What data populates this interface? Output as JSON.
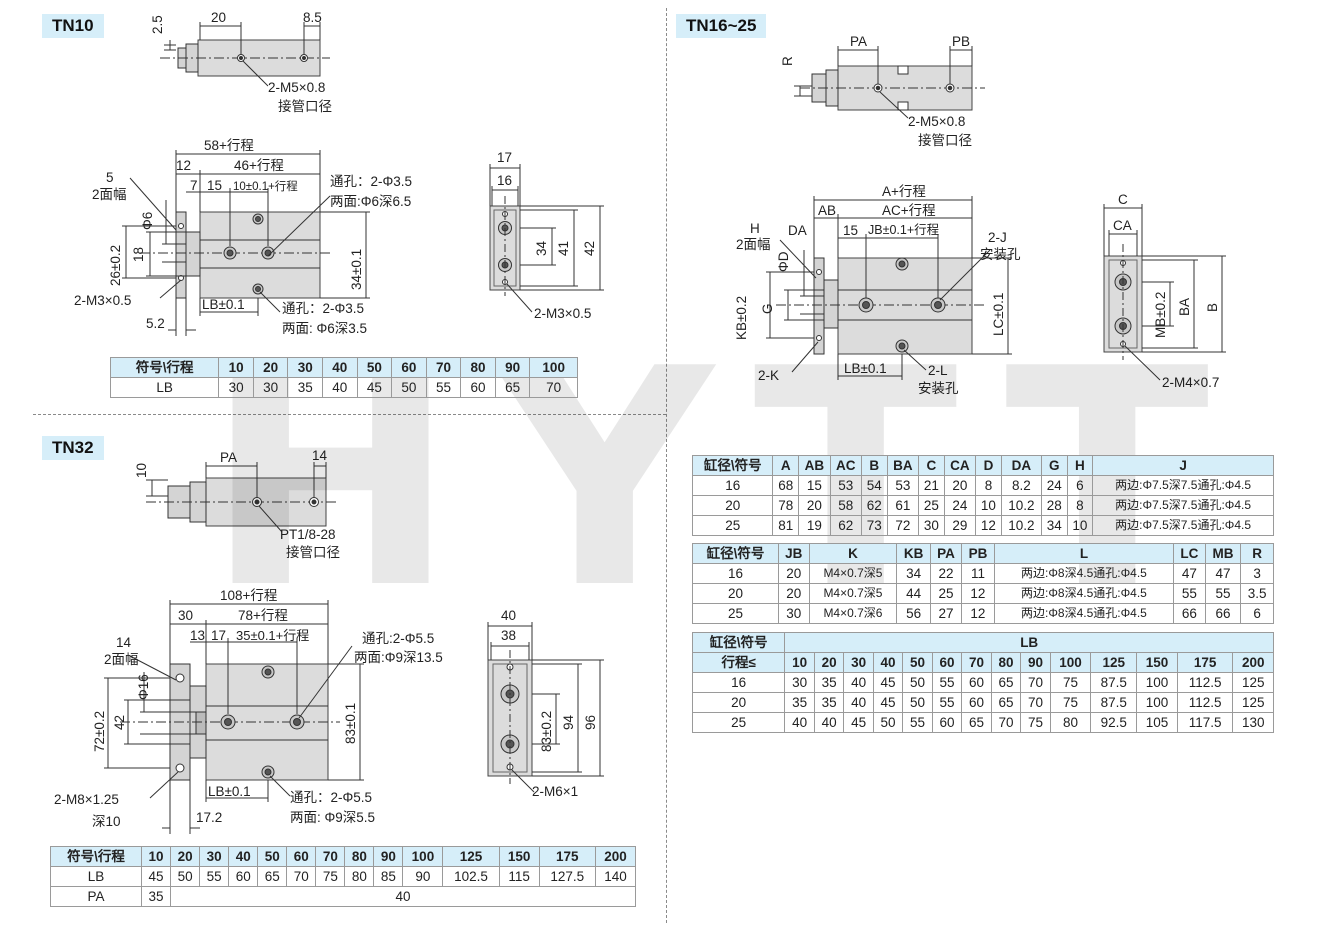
{
  "sections": {
    "tn10": "TN10",
    "tn16_25": "TN16~25",
    "tn32": "TN32"
  },
  "watermark": "HYTT",
  "tn10_drawing": {
    "dim_20": "20",
    "dim_8_5": "8.5",
    "dim_2_5": "2.5",
    "port": "2-M5×0.8",
    "port_note": "接管口径",
    "len_total": "58+行程",
    "len_12": "12",
    "len_46": "46+行程",
    "len_7": "7",
    "len_15": "15",
    "len_10": "10±0.1+行程",
    "hole_top": "通孔：2-Φ3.5",
    "hole_top2": "两面:Φ6深6.5",
    "wrench": "5",
    "wrench_note": "2面幅",
    "phi6": "Φ6",
    "h26": "26±0.2",
    "h18": "18",
    "h34": "34±0.1",
    "m3": "2-M3×0.5",
    "d52": "5.2",
    "lb": "LB±0.1",
    "hole_bot": "通孔：2-Φ3.5",
    "hole_bot2": "两面:  Φ6深3.5",
    "side_17": "17",
    "side_16": "16",
    "side_34": "34",
    "side_41": "41",
    "side_42": "42",
    "side_m3": "2-M3×0.5"
  },
  "tn10_table": {
    "header": [
      "符号\\行程",
      "10",
      "20",
      "30",
      "40",
      "50",
      "60",
      "70",
      "80",
      "90",
      "100"
    ],
    "rows": [
      [
        "LB",
        "30",
        "30",
        "35",
        "40",
        "45",
        "50",
        "55",
        "60",
        "65",
        "70"
      ]
    ]
  },
  "tn16_drawing": {
    "r": "R",
    "pa": "PA",
    "pb": "PB",
    "port": "2-M5×0.8",
    "port_note": "接管口径",
    "a": "A+行程",
    "ab": "AB",
    "ac": "AC+行程",
    "h": "H",
    "wrench_note": "2面幅",
    "da": "DA",
    "d15": "15",
    "jb": "JB±0.1+行程",
    "j": "2-J",
    "j_note": "安装孔",
    "phid": "ΦD",
    "kb": "KB±0.2",
    "g": "G",
    "lc": "LC±0.1",
    "k": "2-K",
    "lb": "LB±0.1",
    "l": "2-L",
    "l_note": "安装孔",
    "c": "C",
    "ca": "CA",
    "mb": "MB±0.2",
    "ba": "BA",
    "b": "B",
    "m4": "2-M4×0.7"
  },
  "tn16_table1": {
    "header": [
      "缸径\\符号",
      "A",
      "AB",
      "AC",
      "B",
      "BA",
      "C",
      "CA",
      "D",
      "DA",
      "G",
      "H",
      "J"
    ],
    "rows": [
      [
        "16",
        "68",
        "15",
        "53",
        "54",
        "53",
        "21",
        "20",
        "8",
        "8.2",
        "24",
        "6",
        "两边:Φ7.5深7.5通孔:Φ4.5"
      ],
      [
        "20",
        "78",
        "20",
        "58",
        "62",
        "61",
        "25",
        "24",
        "10",
        "10.2",
        "28",
        "8",
        "两边:Φ7.5深7.5通孔:Φ4.5"
      ],
      [
        "25",
        "81",
        "19",
        "62",
        "73",
        "72",
        "30",
        "29",
        "12",
        "10.2",
        "34",
        "10",
        "两边:Φ7.5深7.5通孔:Φ4.5"
      ]
    ]
  },
  "tn16_table2": {
    "header": [
      "缸径\\符号",
      "JB",
      "K",
      "KB",
      "PA",
      "PB",
      "L",
      "LC",
      "MB",
      "R"
    ],
    "rows": [
      [
        "16",
        "20",
        "M4×0.7深5",
        "34",
        "22",
        "11",
        "两边:Φ8深4.5通孔:Φ4.5",
        "47",
        "47",
        "3"
      ],
      [
        "20",
        "20",
        "M4×0.7深5",
        "44",
        "25",
        "12",
        "两边:Φ8深4.5通孔:Φ4.5",
        "55",
        "55",
        "3.5"
      ],
      [
        "25",
        "30",
        "M4×0.7深6",
        "56",
        "27",
        "12",
        "两边:Φ8深4.5通孔:Φ4.5",
        "66",
        "66",
        "6"
      ]
    ]
  },
  "tn16_table3": {
    "title_left": "缸径\\符号",
    "title_right": "LB",
    "header": [
      "行程≤",
      "10",
      "20",
      "30",
      "40",
      "50",
      "60",
      "70",
      "80",
      "90",
      "100",
      "125",
      "150",
      "175",
      "200"
    ],
    "rows": [
      [
        "16",
        "30",
        "35",
        "40",
        "45",
        "50",
        "55",
        "60",
        "65",
        "70",
        "75",
        "87.5",
        "100",
        "112.5",
        "125"
      ],
      [
        "20",
        "35",
        "35",
        "40",
        "45",
        "50",
        "55",
        "60",
        "65",
        "70",
        "75",
        "87.5",
        "100",
        "112.5",
        "125"
      ],
      [
        "25",
        "40",
        "40",
        "45",
        "50",
        "55",
        "60",
        "65",
        "70",
        "75",
        "80",
        "92.5",
        "105",
        "117.5",
        "130"
      ]
    ]
  },
  "tn32_drawing": {
    "d10": "10",
    "pa": "PA",
    "d14": "14",
    "port": "PT1/8-28",
    "port_note": "接管口径",
    "len_total": "108+行程",
    "len_30": "30",
    "len_78": "78+行程",
    "d13": "13",
    "d17": "17",
    "len_35": "35±0.1+行程",
    "wrench": "14",
    "wrench_note": "2面幅",
    "hole_top": "通孔:2-Φ5.5",
    "hole_top2": "两面:Φ9深13.5",
    "phi16": "Φ16",
    "h72": "72±0.2",
    "h42": "42",
    "h83": "83±0.1",
    "m8": "2-M8×1.25",
    "m8_depth": "深10",
    "d17_2": "17.2",
    "lb": "LB±0.1",
    "hole_bot": "通孔：2-Φ5.5",
    "hole_bot2": "两面:  Φ9深5.5",
    "side_40": "40",
    "side_38": "38",
    "side_83": "83±0.2",
    "side_94": "94",
    "side_96": "96",
    "side_m6": "2-M6×1"
  },
  "tn32_table": {
    "header": [
      "符号\\行程",
      "10",
      "20",
      "30",
      "40",
      "50",
      "60",
      "70",
      "80",
      "90",
      "100",
      "125",
      "150",
      "175",
      "200"
    ],
    "lb": [
      "LB",
      "45",
      "50",
      "55",
      "60",
      "65",
      "70",
      "75",
      "80",
      "85",
      "90",
      "102.5",
      "115",
      "127.5",
      "140"
    ],
    "pa_label": "PA",
    "pa_first": "35",
    "pa_rest": "40"
  }
}
